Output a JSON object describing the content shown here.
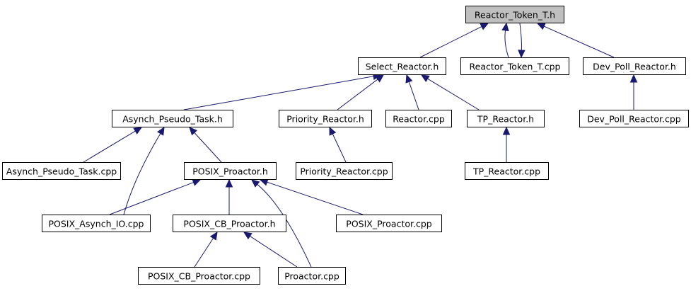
{
  "diagram": {
    "nodes": {
      "reactor_token_t_h": {
        "label": "Reactor_Token_T.h",
        "root": true
      },
      "select_reactor_h": {
        "label": "Select_Reactor.h"
      },
      "reactor_token_t_cpp": {
        "label": "Reactor_Token_T.cpp"
      },
      "dev_poll_reactor_h": {
        "label": "Dev_Poll_Reactor.h"
      },
      "asynch_pseudo_task_h": {
        "label": "Asynch_Pseudo_Task.h"
      },
      "priority_reactor_h": {
        "label": "Priority_Reactor.h"
      },
      "reactor_cpp": {
        "label": "Reactor.cpp"
      },
      "tp_reactor_h": {
        "label": "TP_Reactor.h"
      },
      "dev_poll_reactor_cpp": {
        "label": "Dev_Poll_Reactor.cpp"
      },
      "asynch_pseudo_task_cpp": {
        "label": "Asynch_Pseudo_Task.cpp"
      },
      "posix_proactor_h": {
        "label": "POSIX_Proactor.h"
      },
      "priority_reactor_cpp": {
        "label": "Priority_Reactor.cpp"
      },
      "tp_reactor_cpp": {
        "label": "TP_Reactor.cpp"
      },
      "posix_asynch_io_cpp": {
        "label": "POSIX_Asynch_IO.cpp"
      },
      "posix_cb_proactor_h": {
        "label": "POSIX_CB_Proactor.h"
      },
      "posix_proactor_cpp": {
        "label": "POSIX_Proactor.cpp"
      },
      "posix_cb_proactor_cpp": {
        "label": "POSIX_CB_Proactor.cpp"
      },
      "proactor_cpp": {
        "label": "Proactor.cpp"
      }
    },
    "edges": [
      {
        "from": "select_reactor_h",
        "to": "reactor_token_t_h"
      },
      {
        "from": "reactor_token_t_cpp",
        "to": "reactor_token_t_h"
      },
      {
        "from": "reactor_token_t_h",
        "to": "reactor_token_t_cpp"
      },
      {
        "from": "dev_poll_reactor_h",
        "to": "reactor_token_t_h"
      },
      {
        "from": "asynch_pseudo_task_h",
        "to": "select_reactor_h"
      },
      {
        "from": "priority_reactor_h",
        "to": "select_reactor_h"
      },
      {
        "from": "reactor_cpp",
        "to": "select_reactor_h"
      },
      {
        "from": "tp_reactor_h",
        "to": "select_reactor_h"
      },
      {
        "from": "dev_poll_reactor_cpp",
        "to": "dev_poll_reactor_h"
      },
      {
        "from": "asynch_pseudo_task_cpp",
        "to": "asynch_pseudo_task_h"
      },
      {
        "from": "posix_asynch_io_cpp",
        "to": "asynch_pseudo_task_h"
      },
      {
        "from": "posix_proactor_h",
        "to": "asynch_pseudo_task_h"
      },
      {
        "from": "priority_reactor_cpp",
        "to": "priority_reactor_h"
      },
      {
        "from": "tp_reactor_cpp",
        "to": "tp_reactor_h"
      },
      {
        "from": "posix_asynch_io_cpp",
        "to": "posix_proactor_h"
      },
      {
        "from": "posix_cb_proactor_h",
        "to": "posix_proactor_h"
      },
      {
        "from": "posix_proactor_cpp",
        "to": "posix_proactor_h"
      },
      {
        "from": "proactor_cpp",
        "to": "posix_proactor_h"
      },
      {
        "from": "posix_cb_proactor_cpp",
        "to": "posix_cb_proactor_h"
      },
      {
        "from": "proactor_cpp",
        "to": "posix_cb_proactor_h"
      }
    ]
  }
}
